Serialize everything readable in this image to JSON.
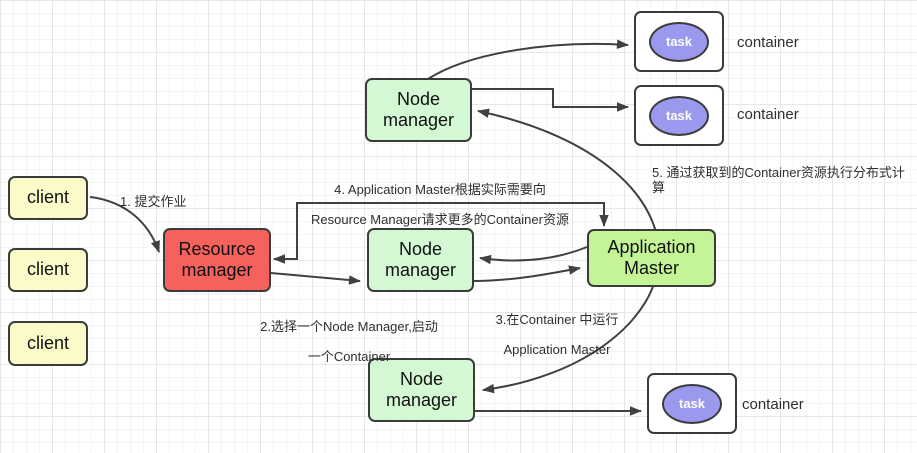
{
  "colors": {
    "client_fill": "#fbfbca",
    "rm_fill": "#f5625d",
    "nm_fill": "#d3f8d3",
    "am_fill": "#c4f496",
    "task_fill": "#9a99ee",
    "container_fill": "#ffffff",
    "border_color": "#3b3b3b",
    "arrow_color": "#404040",
    "label_color": "#2f2f2f",
    "grid_minor": "#f4f4f4",
    "grid_major": "#e7e7e7"
  },
  "nodes": {
    "client_label": "client",
    "resource_manager_label": "Resource\nmanager",
    "node_manager_label": "Node\nmanager",
    "application_master_label": "Application\nMaster",
    "task_label": "task",
    "container_label": "container"
  },
  "annotations": {
    "step1": "1. 提交作业",
    "step2_line1": "2.选择一个Node Manager,启动",
    "step2_line2": "一个Container",
    "step3_line1": "3.在Container 中运行",
    "step3_line2": "Application Master",
    "step4_line1": "4. Application Master根据实际需要向",
    "step4_line2": "Resource Manager请求更多的Container资源",
    "step5": "5. 通过获取到的Container资源执行分布式计算"
  }
}
